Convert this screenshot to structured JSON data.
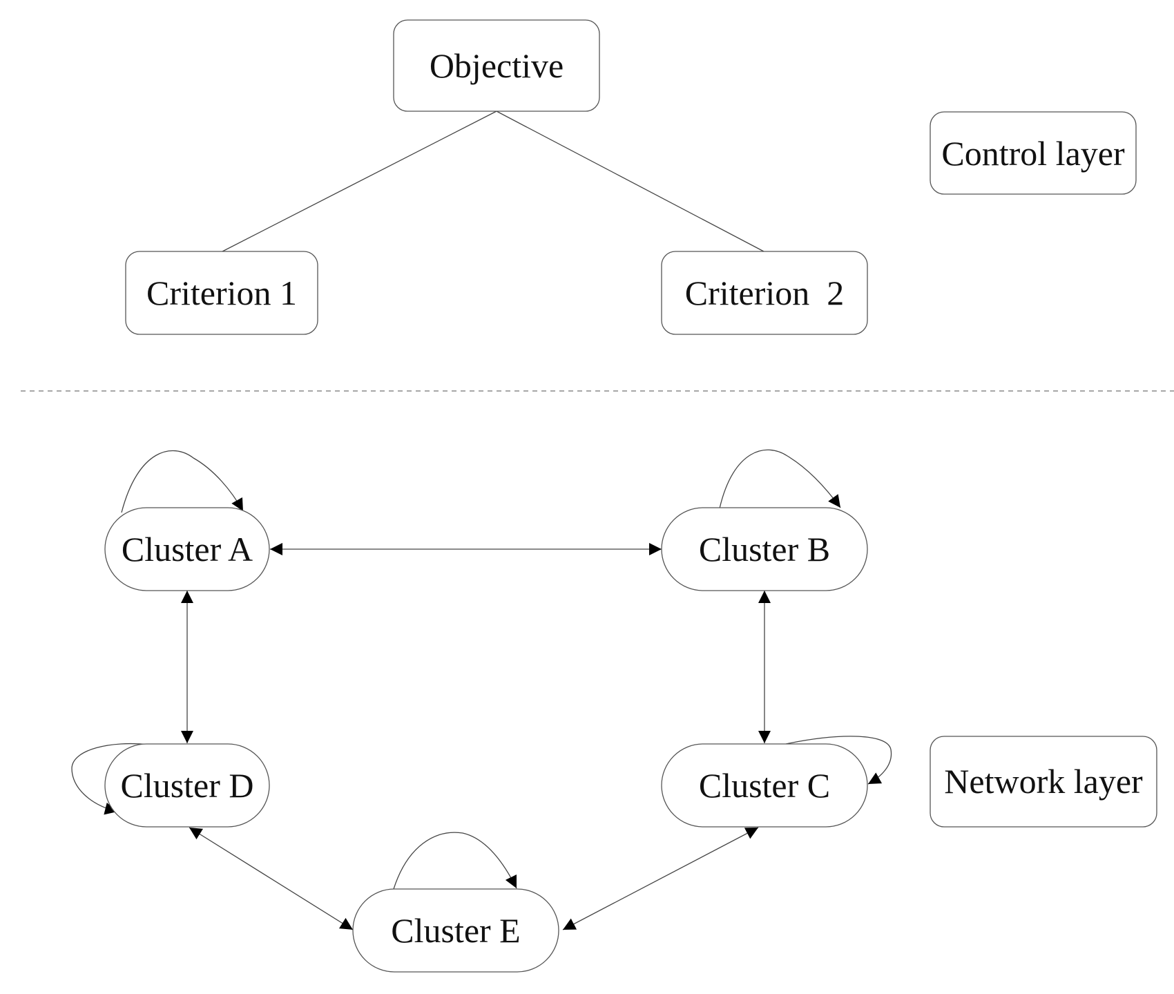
{
  "hierarchy": {
    "objective": "Objective",
    "criteria": [
      "Criterion 1",
      "Criterion  2"
    ]
  },
  "layers": {
    "control": "Control layer",
    "network": "Network layer"
  },
  "clusters": {
    "a": "Cluster A",
    "b": "Cluster B",
    "c": "Cluster C",
    "d": "Cluster D",
    "e": "Cluster E"
  },
  "relations": {
    "tree_edges": [
      [
        "Objective",
        "Criterion 1"
      ],
      [
        "Objective",
        "Criterion  2"
      ]
    ],
    "mutual_dependencies": [
      [
        "Cluster A",
        "Cluster B"
      ],
      [
        "Cluster A",
        "Cluster D"
      ],
      [
        "Cluster B",
        "Cluster C"
      ],
      [
        "Cluster D",
        "Cluster E"
      ],
      [
        "Cluster C",
        "Cluster E"
      ]
    ],
    "self_loops": [
      "Cluster A",
      "Cluster B",
      "Cluster C",
      "Cluster D",
      "Cluster E"
    ]
  }
}
